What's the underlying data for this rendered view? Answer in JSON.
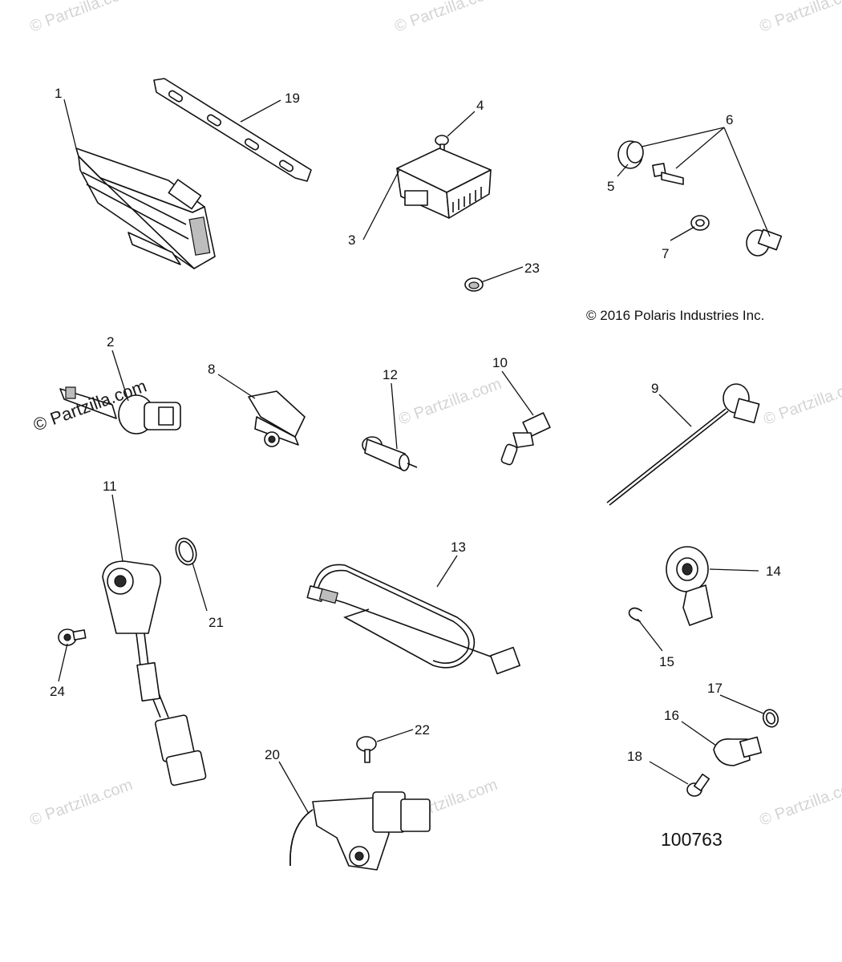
{
  "diagram": {
    "copyright": "© 2016 Polaris Industries Inc.",
    "diagram_id": "100763",
    "watermark_text": "© Partzilla.com",
    "callouts": {
      "c1": "1",
      "c2": "2",
      "c3": "3",
      "c4": "4",
      "c5": "5",
      "c6": "6",
      "c7": "7",
      "c8": "8",
      "c9": "9",
      "c10": "10",
      "c11": "11",
      "c12": "12",
      "c13": "13",
      "c14": "14",
      "c15": "15",
      "c16": "16",
      "c17": "17",
      "c18": "18",
      "c19": "19",
      "c20": "20",
      "c21": "21",
      "c22": "22",
      "c23": "23",
      "c24": "24"
    }
  }
}
